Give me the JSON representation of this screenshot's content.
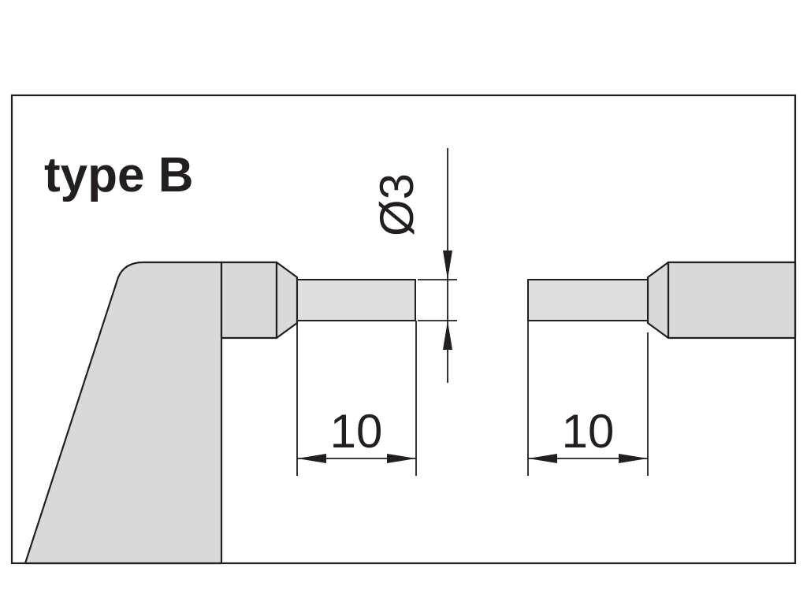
{
  "diagram": {
    "title": "type B",
    "diameter_label": "Ø3",
    "left_length_label": "10",
    "right_length_label": "10"
  },
  "colors": {
    "stroke": "#231f20",
    "fill": "#d9d9d9",
    "background": "#ffffff"
  }
}
